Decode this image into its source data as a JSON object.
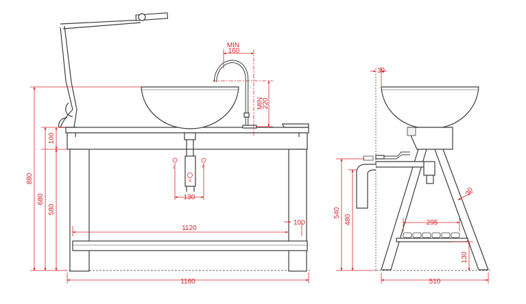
{
  "colors": {
    "line": "#3a3a3a",
    "dimension": "#d8232a",
    "light_fill": "#f2f2f2",
    "background": "#ffffff"
  },
  "front_view": {
    "dimensions": {
      "overall_height": "880",
      "table_height": "680",
      "leg_height": "580",
      "apron_height": "100",
      "inner_width": "1120",
      "overall_width": "1160",
      "right_offset": "100",
      "trap_spacing": "130",
      "spout_reach_label": "MIN",
      "spout_reach": "160",
      "spout_height_label": "MIN",
      "spout_height": "220"
    },
    "connection_labels": {
      "cold": "c",
      "hot": "F",
      "drain": "S"
    }
  },
  "side_view": {
    "dimensions": {
      "offset_top": "30",
      "total_depth": "510",
      "height_540": "540",
      "height_480": "480",
      "shelf_width": "295",
      "shelf_height": "130",
      "angle_offset": "30"
    }
  }
}
